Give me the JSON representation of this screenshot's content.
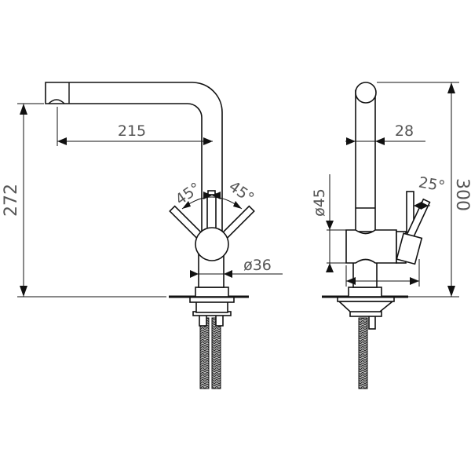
{
  "drawing": {
    "front_view": {
      "height_label": "272",
      "reach_label": "215",
      "left_angle_label": "45°",
      "right_angle_label": "45°",
      "body_diameter_label": "ø36"
    },
    "side_view": {
      "height_label": "300",
      "spout_diameter_label": "28",
      "body_diameter_label": "ø45",
      "lever_angle_label": "25°"
    }
  }
}
